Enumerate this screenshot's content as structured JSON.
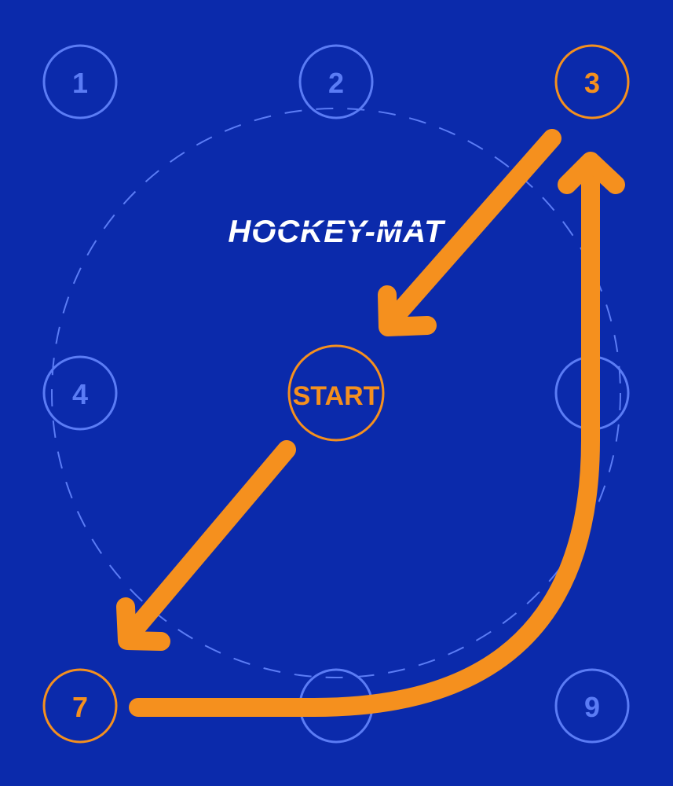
{
  "brand": {
    "logo_text": "HOCKEY-MAT"
  },
  "colors": {
    "background": "#0b2aab",
    "inactive_cone": "#5b7cf5",
    "active": "#f5901e",
    "logo": "#ffffff"
  },
  "start": {
    "label": "START"
  },
  "cones": [
    {
      "id": "1",
      "label": "1",
      "active": false
    },
    {
      "id": "2",
      "label": "2",
      "active": false
    },
    {
      "id": "3",
      "label": "3",
      "active": true
    },
    {
      "id": "4",
      "label": "4",
      "active": false
    },
    {
      "id": "6",
      "label": "",
      "active": false
    },
    {
      "id": "7",
      "label": "7",
      "active": true
    },
    {
      "id": "8",
      "label": "",
      "active": false
    },
    {
      "id": "9",
      "label": "9",
      "active": false
    }
  ],
  "path": {
    "sequence": [
      "START",
      "7",
      "3",
      "START"
    ]
  }
}
